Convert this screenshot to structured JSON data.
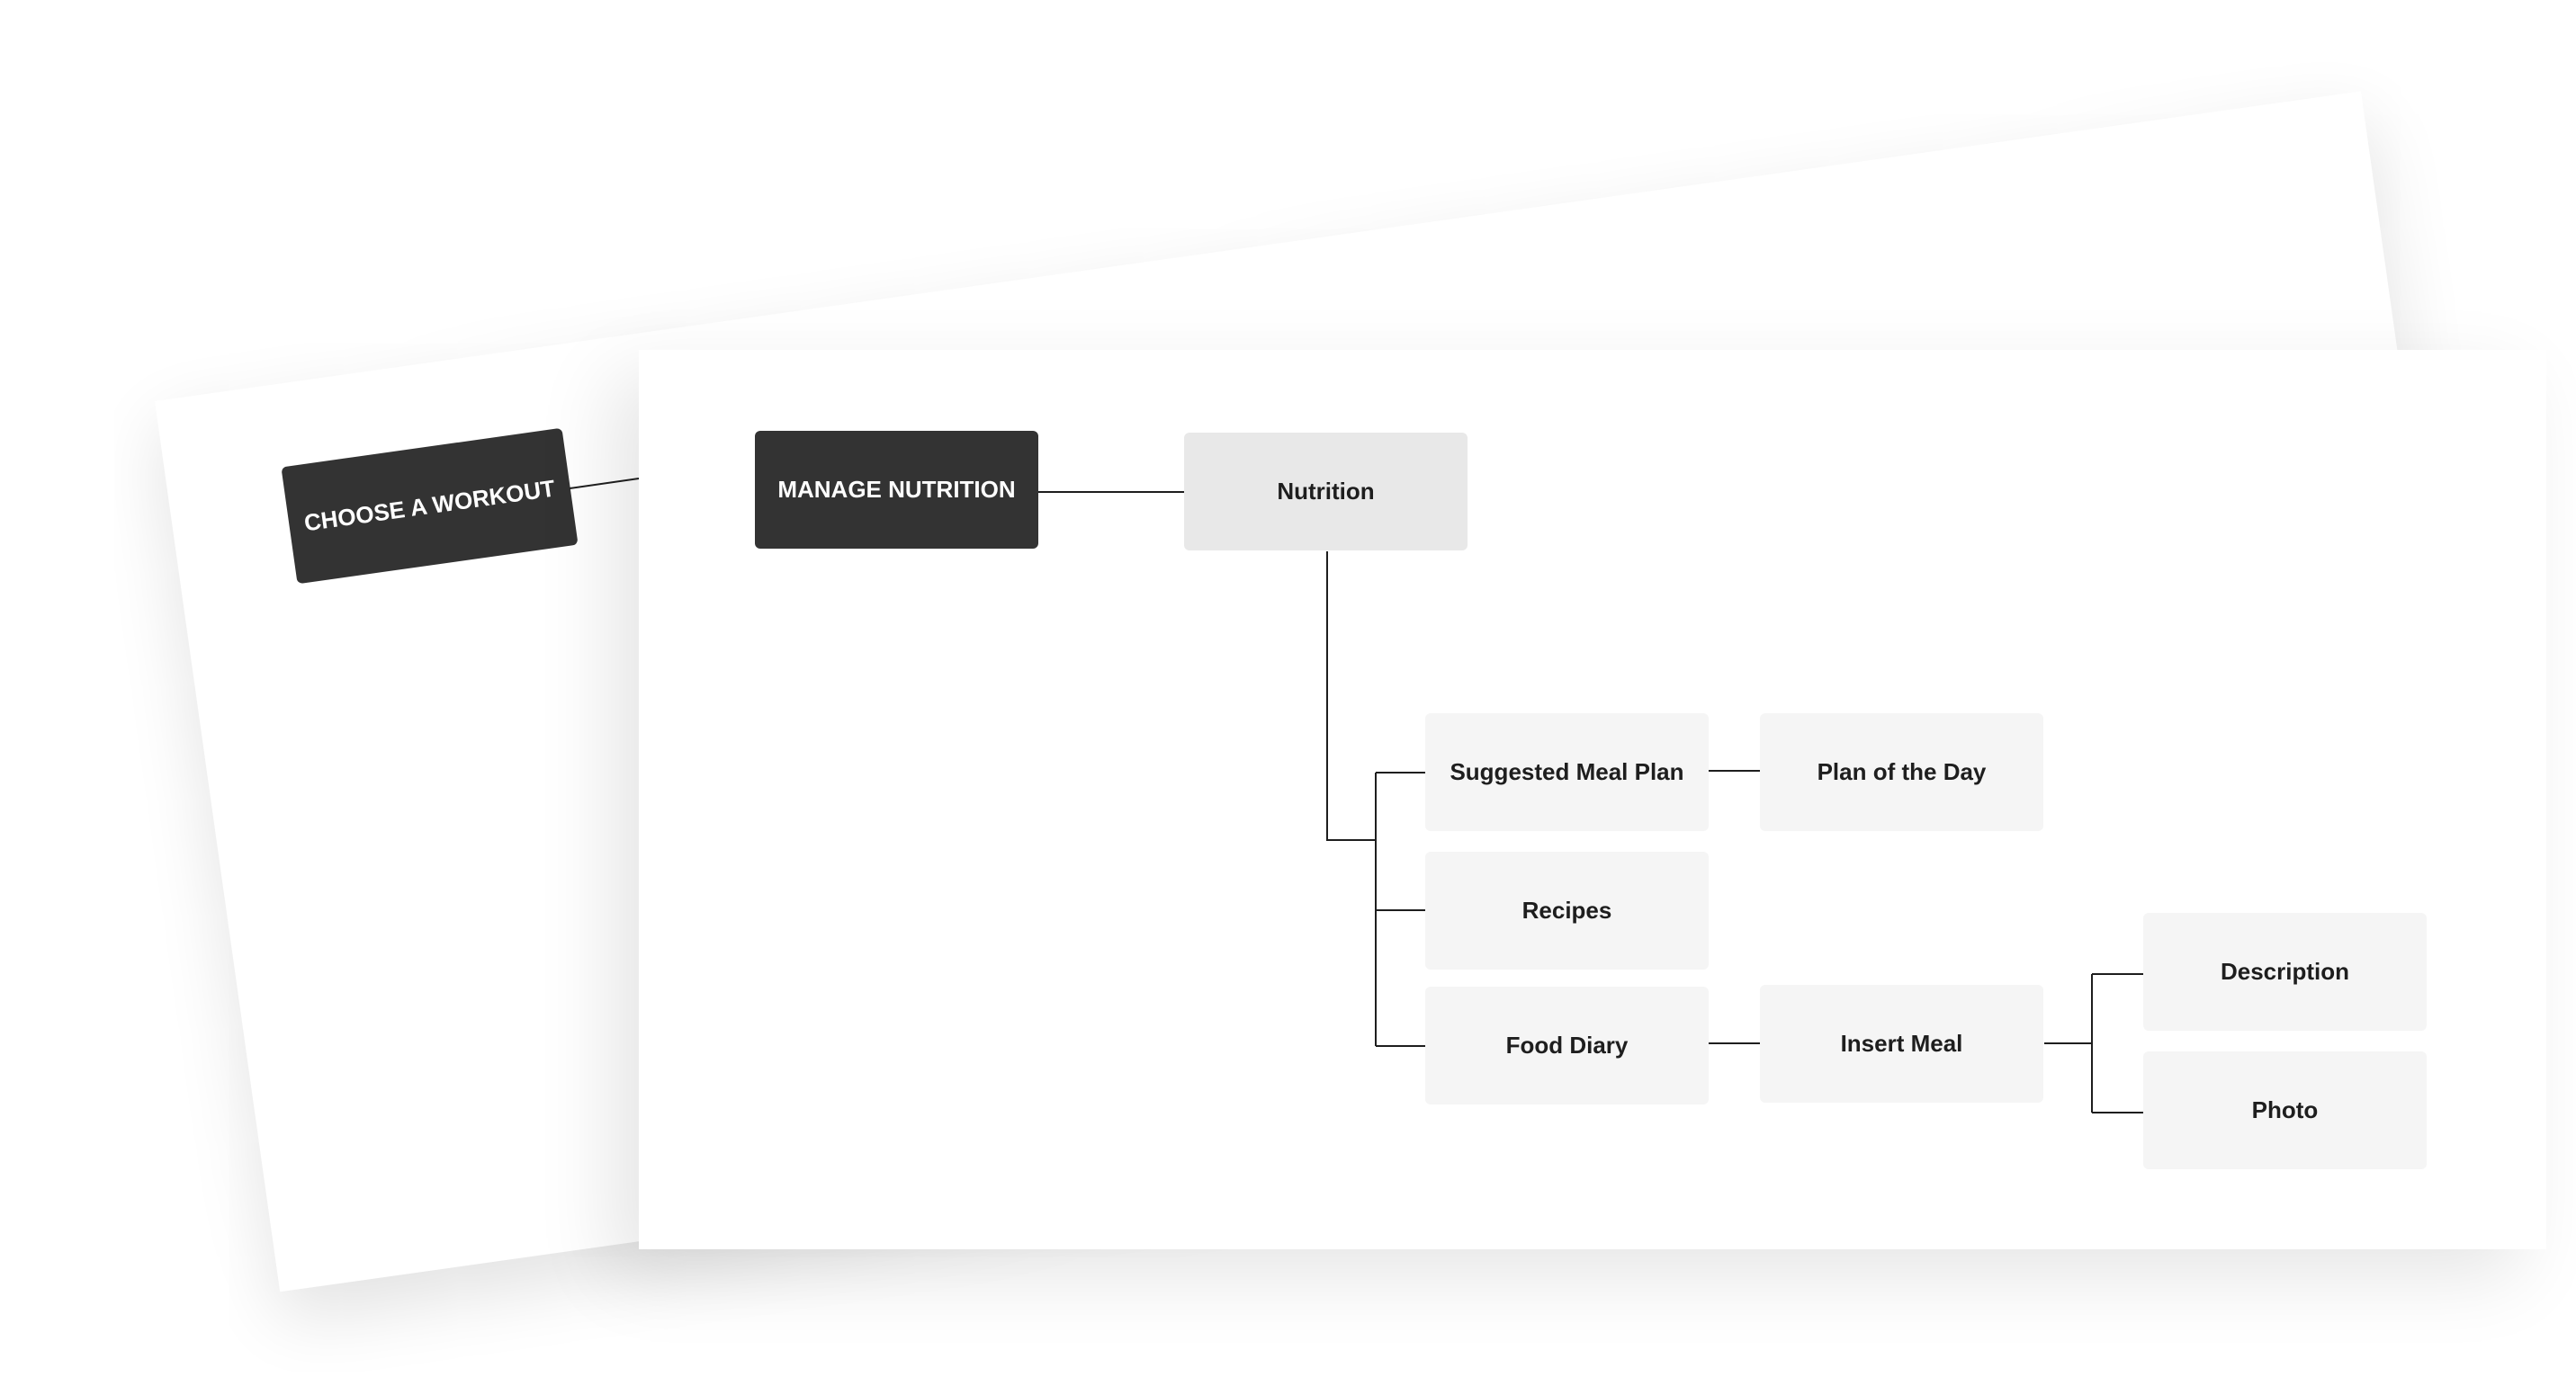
{
  "diagram": {
    "colors": {
      "dark_node": "#333333",
      "highlight_node": "#e8e8e8",
      "node": "#f5f5f5",
      "line": "#1e1e1e"
    },
    "nodes": {
      "choose_workout": "CHOOSE A WORKOUT",
      "manage_nutrition": "MANAGE NUTRITION",
      "nutrition": "Nutrition",
      "suggested_meal_plan": "Suggested Meal Plan",
      "plan_of_the_day": "Plan of the Day",
      "recipes": "Recipes",
      "food_diary": "Food Diary",
      "insert_meal": "Insert Meal",
      "description": "Description",
      "photo": "Photo"
    },
    "edges": [
      [
        "choose_workout",
        "manage_nutrition"
      ],
      [
        "manage_nutrition",
        "nutrition"
      ],
      [
        "nutrition",
        "suggested_meal_plan"
      ],
      [
        "nutrition",
        "recipes"
      ],
      [
        "nutrition",
        "food_diary"
      ],
      [
        "suggested_meal_plan",
        "plan_of_the_day"
      ],
      [
        "food_diary",
        "insert_meal"
      ],
      [
        "insert_meal",
        "description"
      ],
      [
        "insert_meal",
        "photo"
      ]
    ]
  }
}
